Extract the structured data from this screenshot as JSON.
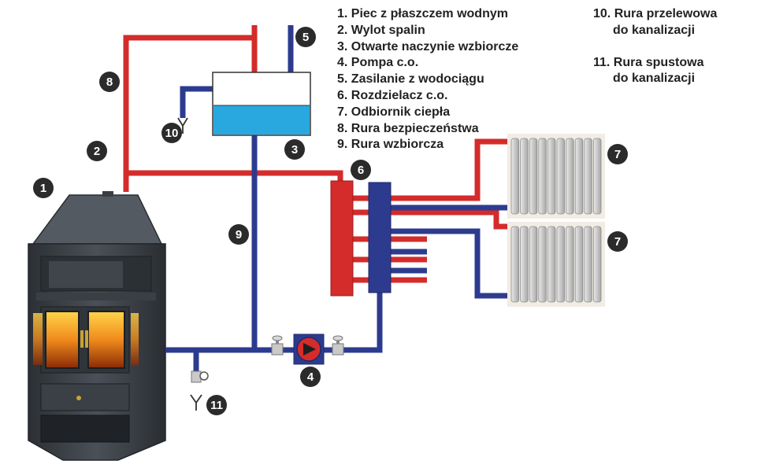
{
  "legend": {
    "items": [
      "1. Piec z płaszczem wodnym",
      "2. Wylot spalin",
      "3. Otwarte naczynie wzbiorcze",
      "4. Pompa c.o.",
      "5. Zasilanie z wodociągu",
      "6. Rozdzielacz c.o.",
      "7. Odbiornik ciepła",
      "8. Rura bezpieczeństwa",
      "9. Rura wzbiorcza"
    ],
    "item10": {
      "line1": "10. Rura przelewowa",
      "line2": "do kanalizacji"
    },
    "item11": {
      "line1": "11. Rura spustowa",
      "line2": "do kanalizacji"
    }
  },
  "badges": {
    "b1": "1",
    "b2": "2",
    "b3": "3",
    "b4": "4",
    "b5": "5",
    "b6": "6",
    "b7a": "7",
    "b7b": "7",
    "b8": "8",
    "b9": "9",
    "b10": "10",
    "b11": "11"
  },
  "colors": {
    "supply_pipe": "#d42b2b",
    "return_pipe": "#2d3b8f",
    "tank_water": "#29a8df",
    "badge": "#2b2b2b"
  }
}
